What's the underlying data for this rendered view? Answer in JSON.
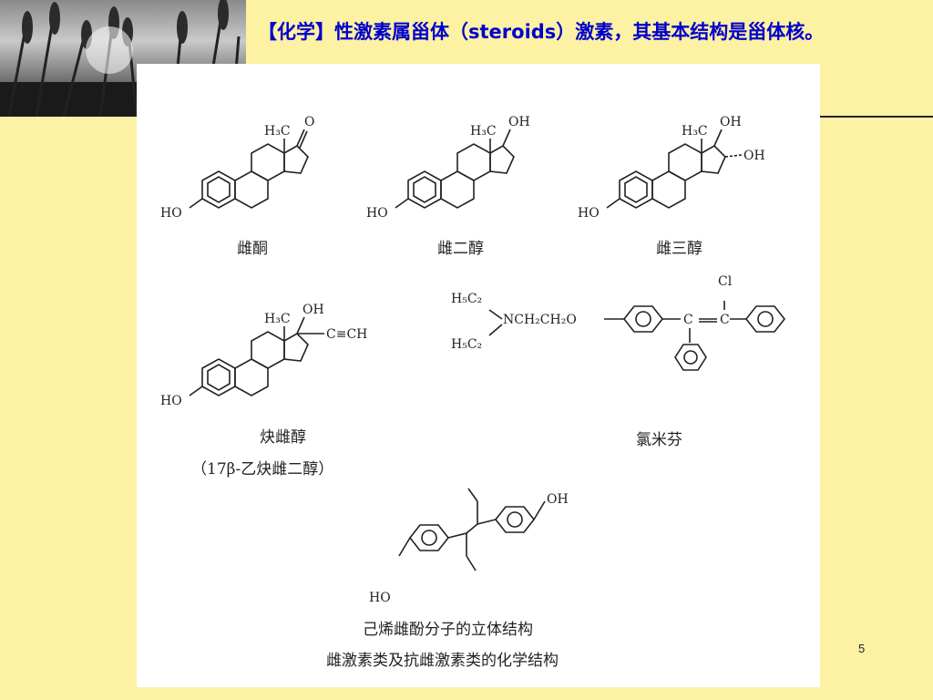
{
  "slide": {
    "title": "【化学】性激素属甾体（steroids）激素，其基本结构是甾体核。",
    "page_number": "5"
  },
  "figure": {
    "compounds": {
      "estrone": "雌酮",
      "estradiol": "雌二醇",
      "estriol": "雌三醇",
      "ethinyl_estradiol": "炔雌醇",
      "ethinyl_estradiol_alt": "（17β-乙炔雌二醇）",
      "clomiphene": "氯米芬",
      "des": "己烯雌酚分子的立体结构"
    },
    "figure_caption": "雌激素类及抗雌激素类的化学结构",
    "labels": {
      "h3c": "H₃C",
      "o": "O",
      "oh": "OH",
      "ho": "HO",
      "cch": "C≡CH",
      "h5c2": "H₅C₂",
      "amine_chain": "NCH₂CH₂O",
      "c": "C",
      "cl": "Cl"
    }
  }
}
